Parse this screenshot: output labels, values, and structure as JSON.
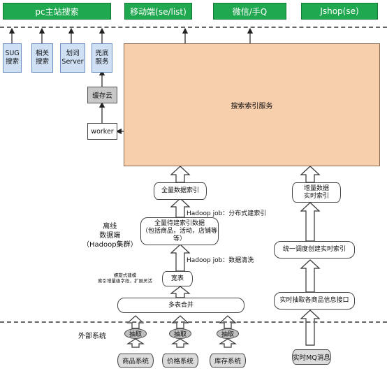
{
  "top_targets": [
    "pc主站搜索",
    "移动端(se/list)",
    "微信/手Q",
    "Jshop(se)"
  ],
  "pc_services": [
    [
      "SUG",
      "搜索"
    ],
    [
      "相关",
      "搜索"
    ],
    [
      "划词",
      "Server"
    ],
    [
      "兜底",
      "服务"
    ]
  ],
  "cache": "缓存云",
  "worker": "worker",
  "search_index_service": "搜索索引服务",
  "full_index": "全量数据索引",
  "hadoop_index_job": "Hadoop job：分布式建索引",
  "pending_index_data": [
    "全量待建索引数据",
    "（包括商品，活动，店铺等",
    "等）"
  ],
  "offline_label": [
    "离线",
    "数据端",
    "（Hadoop集群）"
  ],
  "hadoop_clean_job": "Hadoop job：数据清洗",
  "wide_table": "宽表",
  "wide_table_note": [
    "螺旋式建模",
    "索引增量级字段，扩展灵活"
  ],
  "multi_table_merge": "多表合并",
  "incremental_index": [
    "增量数据",
    "实时索引"
  ],
  "unified_scheduler": "统一调度创建实时索引",
  "realtime_interface": "实时抽取各商品信息接口",
  "external_label": "外部系统",
  "extract_label": "抽取",
  "systems": [
    "商品系统",
    "价格系统",
    "库存系统"
  ],
  "mq": "实时MQ消息"
}
